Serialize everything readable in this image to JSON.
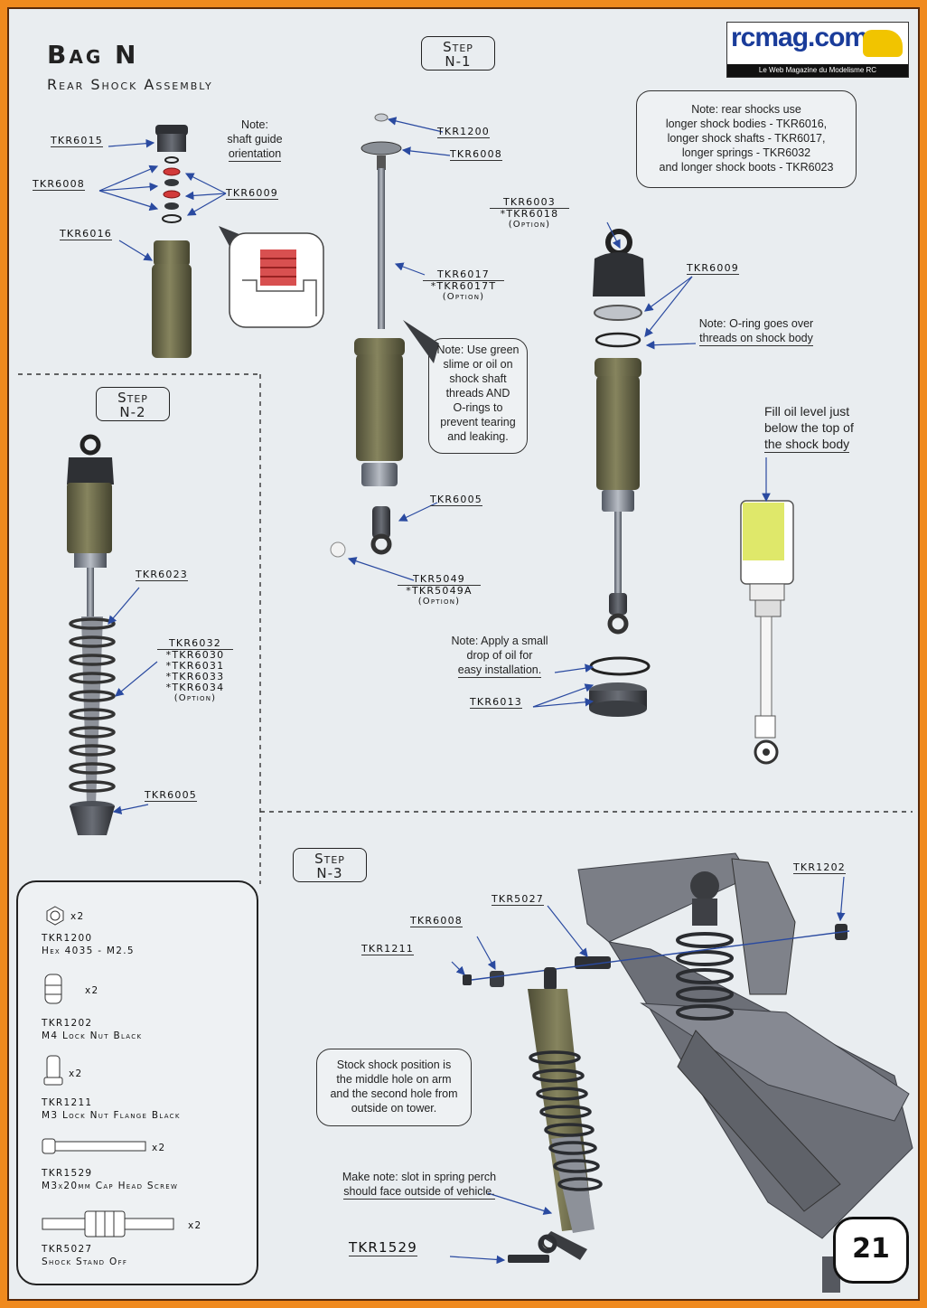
{
  "logo": {
    "text": "rcmag.com",
    "tagline": "Le Web Magazine du Modelisme RC"
  },
  "header": {
    "title": "Bag N",
    "subtitle": "Rear Shock Assembly"
  },
  "steps": {
    "n1": [
      "Step",
      "N-1"
    ],
    "n2": [
      "Step",
      "N-2"
    ],
    "n3": [
      "Step",
      "N-3"
    ]
  },
  "step_n1": {
    "note_guide": [
      "Note:",
      "shaft guide",
      "orientation"
    ],
    "labels": {
      "tkr6015": "TKR6015",
      "tkr6008_a": "TKR6008",
      "tkr6009_a": "TKR6009",
      "tkr6016": "TKR6016",
      "tkr1200": "TKR1200",
      "tkr6008_b": "TKR6008",
      "tkr6017": "TKR6017",
      "tkr6017t": "*TKR6017T",
      "opt1": "(Option)",
      "tkr6005_a": "TKR6005",
      "tkr5049": "TKR5049",
      "tkr5049a": "*TKR5049A",
      "opt2": "(Option)",
      "tkr6003": "TKR6003",
      "tkr6018": "*TKR6018",
      "opt3": "(Option)",
      "tkr6009_b": "TKR6009",
      "tkr6013": "TKR6013"
    },
    "note_rear": [
      "Note: rear shocks use",
      "longer shock bodies - TKR6016,",
      "longer shock shafts - TKR6017,",
      "longer springs - TKR6032",
      "and longer shock boots - TKR6023"
    ],
    "note_slime": [
      "Note: Use green",
      "slime or oil on",
      "shock shaft",
      "threads AND",
      "O-rings to",
      "prevent tearing",
      "and leaking."
    ],
    "note_oring": [
      "Note: O-ring goes over",
      "threads on shock body"
    ],
    "note_fill": [
      "Fill oil level just",
      "below the top of",
      "the shock body"
    ],
    "note_oil": [
      "Note: Apply a small",
      "drop of oil for",
      "easy installation."
    ]
  },
  "step_n2": {
    "tkr6023": "TKR6023",
    "springs": [
      "TKR6032",
      "*TKR6030",
      "*TKR6031",
      "*TKR6033",
      "*TKR6034",
      "(Option)"
    ],
    "tkr6005": "TKR6005"
  },
  "step_n3": {
    "tkr1202": "TKR1202",
    "tkr5027": "TKR5027",
    "tkr6008": "TKR6008",
    "tkr1211": "TKR1211",
    "tkr1529": "TKR1529",
    "note_stock": [
      "Stock shock position is",
      "the middle hole on arm",
      "and the second hole from",
      "outside on tower."
    ],
    "note_slot": [
      "Make note: slot in spring perch",
      "should face outside of vehicle."
    ]
  },
  "hardware": [
    {
      "qty": "x2",
      "part": "TKR1200",
      "desc": "Hex 4035 - M2.5",
      "icon": "hex-nut-icon"
    },
    {
      "qty": "x2",
      "part": "TKR1202",
      "desc": "M4 Lock Nut Black",
      "icon": "lock-nut-icon"
    },
    {
      "qty": "x2",
      "part": "TKR1211",
      "desc": "M3 Lock Nut Flange Black",
      "icon": "flange-nut-icon"
    },
    {
      "qty": "x2",
      "part": "TKR1529",
      "desc": "M3x20mm Cap Head Screw",
      "icon": "cap-screw-icon"
    },
    {
      "qty": "x2",
      "part": "TKR5027",
      "desc": "Shock Stand Off",
      "icon": "stand-off-icon"
    }
  ],
  "page_number": "21",
  "colors": {
    "frame": "#f08a1e",
    "page": "#e9edf0",
    "shock_body": "#6b6a4a",
    "oring": "#d23a3a",
    "chassis": "#6e7179"
  }
}
